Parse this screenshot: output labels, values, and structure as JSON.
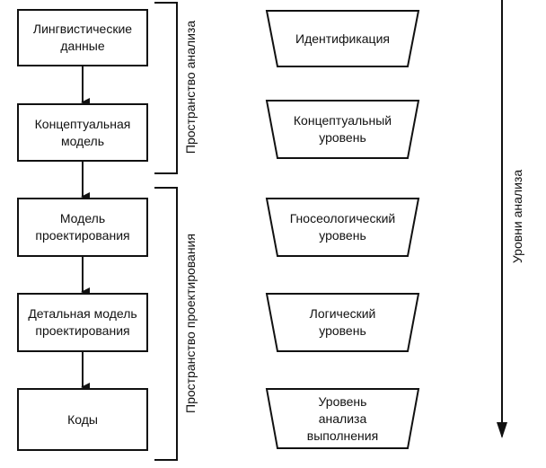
{
  "left_column": {
    "boxes": [
      {
        "label": "Лингвистические\nданные"
      },
      {
        "label": "Концептуальная\nмодель"
      },
      {
        "label": "Модель\nпроектирования"
      },
      {
        "label": "Детальная модель\nпроектирования"
      },
      {
        "label": "Коды"
      }
    ]
  },
  "brackets": {
    "analysis_space": "Пространство анализа",
    "design_space": "Пространство проектирования"
  },
  "right_column": {
    "levels": [
      {
        "label": "Идентификация"
      },
      {
        "label": "Концептуальный\nуровень"
      },
      {
        "label": "Гносеологический\nуровень"
      },
      {
        "label": "Логический\nуровень"
      },
      {
        "label": "Уровень\nанализа\nвыполнения"
      }
    ]
  },
  "axis": {
    "label": "Уровни анализа"
  }
}
